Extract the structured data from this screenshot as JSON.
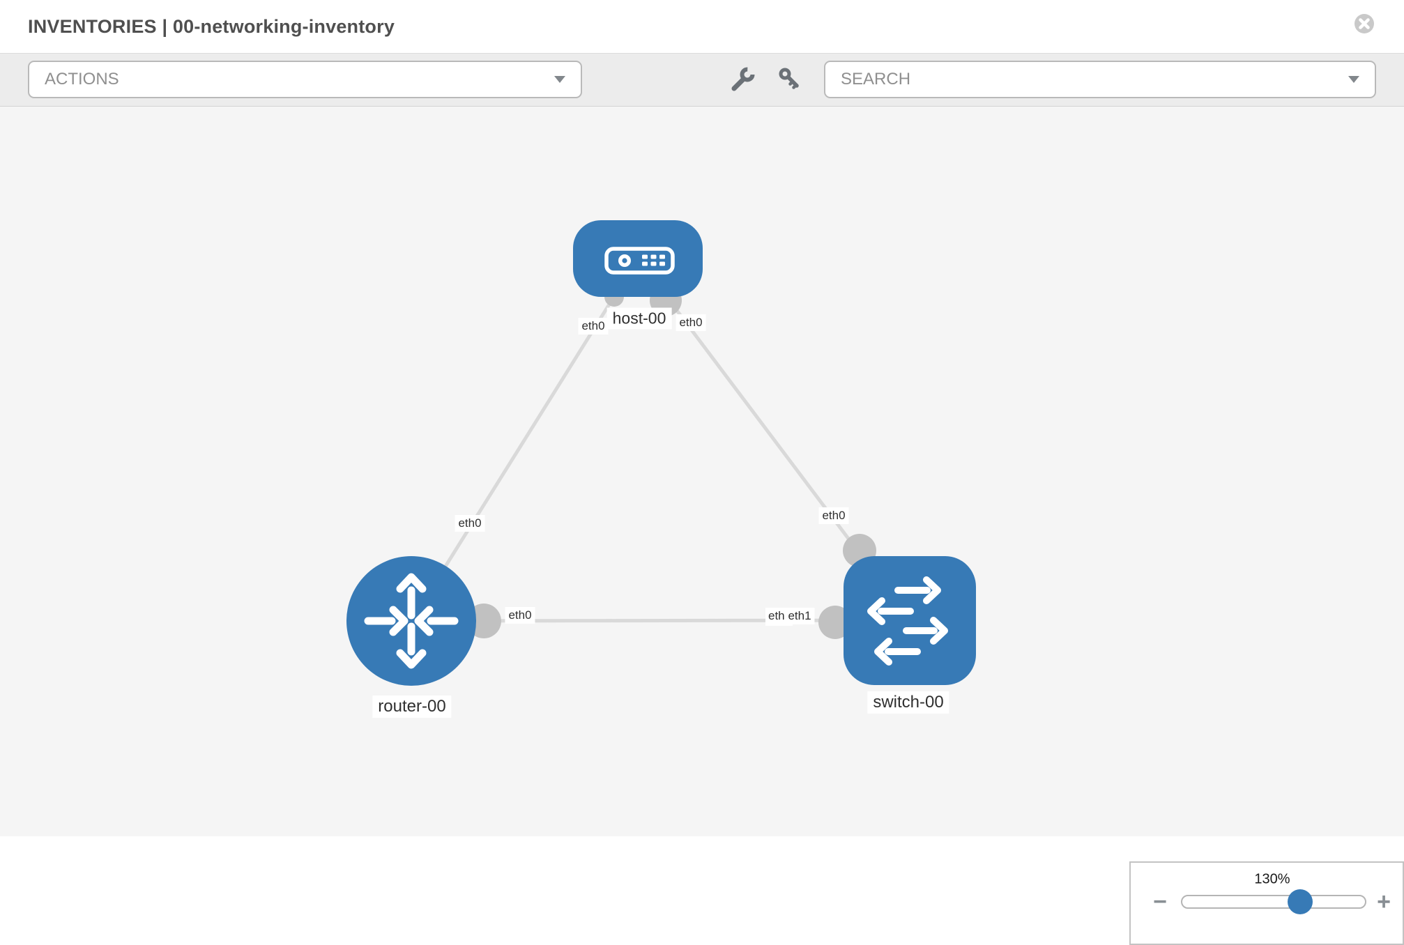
{
  "header": {
    "breadcrumb": "INVENTORIES | 00-networking-inventory",
    "section": "INVENTORIES",
    "inventory_name": "00-networking-inventory"
  },
  "toolbar": {
    "actions_label": "ACTIONS",
    "search_placeholder": "SEARCH",
    "icons": [
      "wrench-icon",
      "key-icon"
    ]
  },
  "topology": {
    "nodes": [
      {
        "id": "host-00",
        "type": "host",
        "label": "host-00"
      },
      {
        "id": "router-00",
        "type": "router",
        "label": "router-00"
      },
      {
        "id": "switch-00",
        "type": "switch",
        "label": "switch-00"
      }
    ],
    "links": [
      {
        "source": "host-00",
        "target": "router-00",
        "source_interface": "eth0",
        "target_interface": "eth0"
      },
      {
        "source": "host-00",
        "target": "switch-00",
        "source_interface": "eth0",
        "target_interface": "eth0"
      },
      {
        "source": "router-00",
        "target": "switch-00",
        "source_interface": "eth0",
        "target_interface": "eth1"
      }
    ],
    "interface_labels": [
      {
        "text": "eth0",
        "position": "host-end-of-router-link"
      },
      {
        "text": "eth0",
        "position": "host-end-of-switch-link"
      },
      {
        "text": "eth0",
        "position": "router-end-of-host-link"
      },
      {
        "text": "eth0",
        "position": "router-end-of-switch-link"
      },
      {
        "text": "eth0",
        "position": "switch-end-of-host-link"
      },
      {
        "text": "eth0",
        "position": "switch-end-of-router-link-back-clipped"
      },
      {
        "text": "eth1",
        "position": "switch-end-of-router-link-front"
      }
    ]
  },
  "zoom": {
    "level_label": "130%",
    "value_percent": 130,
    "minus_glyph": "−",
    "plus_glyph": "+"
  },
  "colors": {
    "node_blue": "#377ab6",
    "port_gray": "#c1c1c1",
    "link_gray": "#d9d9d9",
    "canvas_bg": "#f5f5f5",
    "toolbar_bg": "#ececec",
    "knob_blue": "#377ab6"
  }
}
